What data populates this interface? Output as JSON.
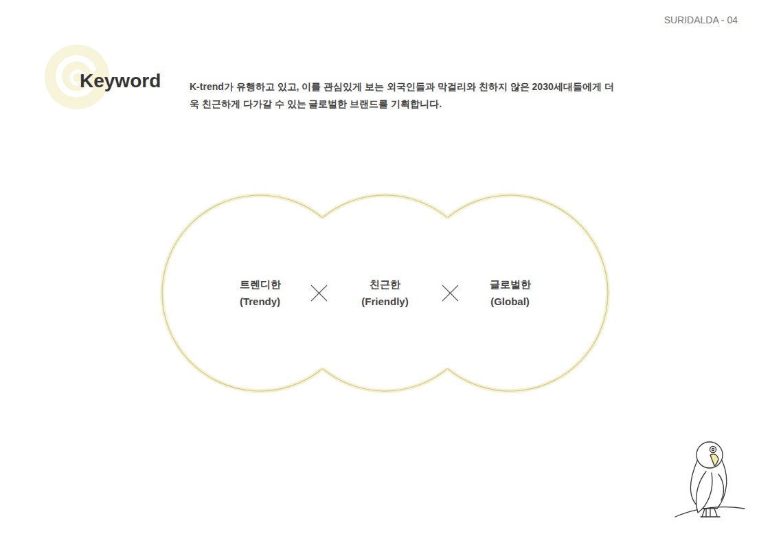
{
  "diagram": {
    "title": "Keyword",
    "nodes": [
      {
        "text": [
          "트렌디한 (Trendy)"
        ]
      },
      {
        "text": [
          "친근한 (Friendly)"
        ]
      },
      {
        "text": [
          "글로벌한 (Global)"
        ]
      }
    ],
    "labels": [
      "SURIDALDA - 04",
      "K-trend가 유행하고 있고, 이를 관심있게 보는 외국인들과 막걸리와 친하지 않은 2030세대들에게 더욱 친근하게 다가갈 수 있는 글로벌한 브랜드를 기획합니다."
    ]
  }
}
